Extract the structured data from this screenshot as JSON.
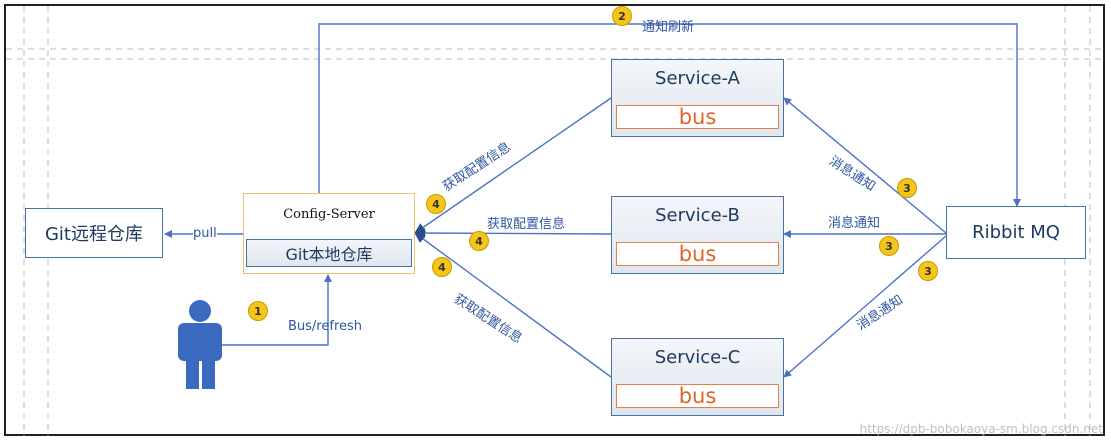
{
  "nodes": {
    "git_remote": "Git远程仓库",
    "config_server": "Config-Server",
    "git_local": "Git本地仓库",
    "service_a": "Service-A",
    "service_b": "Service-B",
    "service_c": "Service-C",
    "bus": "bus",
    "rabbit": "Ribbit MQ"
  },
  "labels": {
    "notify_refresh": "通知刷新",
    "pull": "pull",
    "bus_refresh": "Bus/refresh",
    "get_config": "获取配置信息",
    "msg_notify": "消息通知"
  },
  "steps": {
    "one": "1",
    "two": "2",
    "three": "3",
    "four": "4"
  },
  "watermark": "https://dpb-bobokaoya-sm.blog.csdn.net",
  "colors": {
    "line": "#4a73c6",
    "badge": "#f5c518",
    "bus_border": "#e0804a",
    "node_border": "#4a6fa5"
  }
}
